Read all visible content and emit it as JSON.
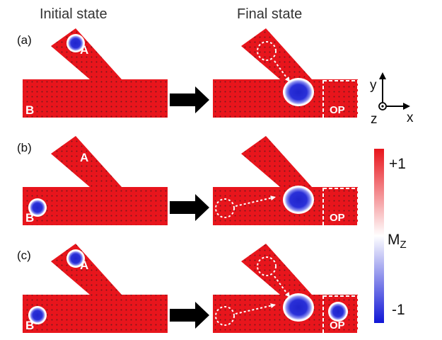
{
  "headers": {
    "initial": "Initial state",
    "final": "Final state"
  },
  "panels": [
    {
      "label": "(a)",
      "port_a": "A",
      "port_b": "B",
      "output_port": "OP",
      "initial_skyrmion": "A",
      "final_skyrmion": "junction",
      "op_skyrmion": false
    },
    {
      "label": "(b)",
      "port_a": "A",
      "port_b": "B",
      "output_port": "OP",
      "initial_skyrmion": "B",
      "final_skyrmion": "junction",
      "op_skyrmion": false
    },
    {
      "label": "(c)",
      "port_a": "A",
      "port_b": "B",
      "output_port": "OP",
      "initial_skyrmion": "A and B",
      "final_skyrmion": "junction",
      "op_skyrmion": true
    }
  ],
  "axes": {
    "y": "y",
    "x": "x",
    "z": "z"
  },
  "colorbar": {
    "label": "M",
    "label_sub": "Z",
    "max": "+1",
    "min": "-1",
    "color_max": "#e8151c",
    "color_mid": "#ffffff",
    "color_min": "#1016d6"
  },
  "colors": {
    "magnet": "#e8151c",
    "skyrmion": "#1f24cc",
    "arrow": "#000000"
  }
}
